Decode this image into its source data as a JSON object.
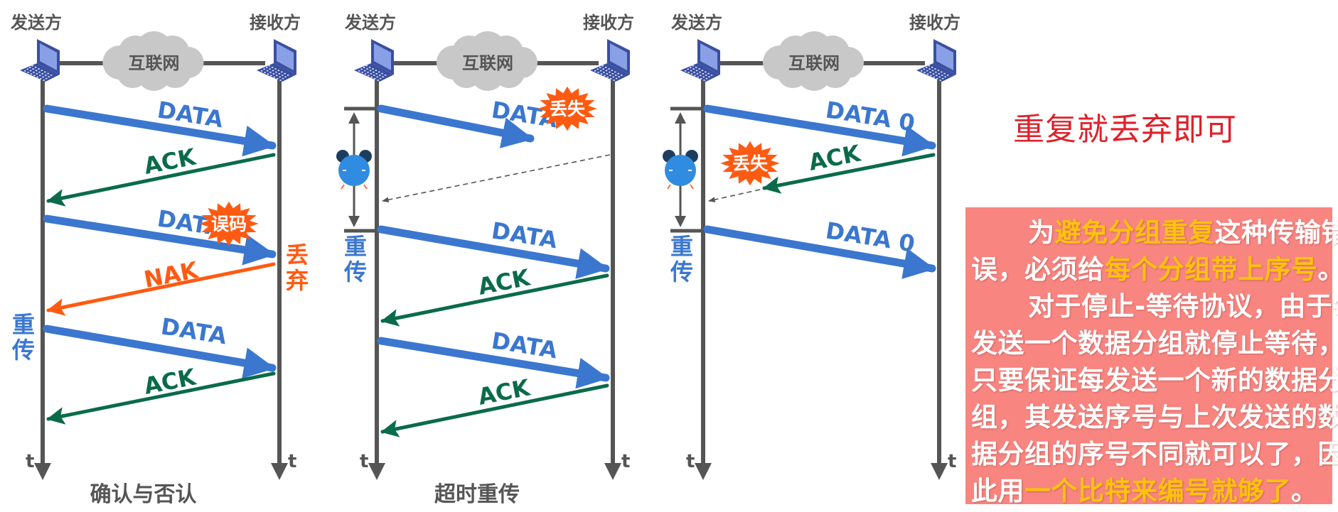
{
  "colors": {
    "data": "#3b77cf",
    "ack": "#0a6b4a",
    "nak": "#ff5a12",
    "timeline": "#555555",
    "burst": "#ff5a12",
    "resend": "#3b77cf",
    "discard": "#ff5a12",
    "cloud": "#c8c8c8",
    "title_red": "#e0202a",
    "note_bg": "#f98580",
    "note_highlight": "#ffc20e"
  },
  "diagrams": [
    {
      "id": "ack-nak",
      "sender_label": "发送方",
      "receiver_label": "接收方",
      "network_label": "互联网",
      "time_label": "t",
      "caption": "确认与否认",
      "resend_label": "重传",
      "discard_label": "丢弃",
      "messages": [
        {
          "type": "DATA",
          "label": "DATA",
          "direction": "to-receiver"
        },
        {
          "type": "ACK",
          "label": "ACK",
          "direction": "to-sender"
        },
        {
          "type": "DATA",
          "label": "DATA",
          "direction": "to-receiver",
          "burst": "误码"
        },
        {
          "type": "NAK",
          "label": "NAK",
          "direction": "to-sender"
        },
        {
          "type": "DATA",
          "label": "DATA",
          "direction": "to-receiver"
        },
        {
          "type": "ACK",
          "label": "ACK",
          "direction": "to-sender"
        }
      ]
    },
    {
      "id": "timeout",
      "sender_label": "发送方",
      "receiver_label": "接收方",
      "network_label": "互联网",
      "time_label": "t",
      "caption": "超时重传",
      "resend_label": "重传",
      "timer_icon": "alarm-clock-icon",
      "messages": [
        {
          "type": "DATA",
          "label": "DATA",
          "direction": "to-receiver",
          "burst": "丢失",
          "lost": true
        },
        {
          "type": "DASHED",
          "label": "",
          "direction": "to-sender"
        },
        {
          "type": "DATA",
          "label": "DATA",
          "direction": "to-receiver"
        },
        {
          "type": "ACK",
          "label": "ACK",
          "direction": "to-sender"
        },
        {
          "type": "DATA",
          "label": "DATA",
          "direction": "to-receiver"
        },
        {
          "type": "ACK",
          "label": "ACK",
          "direction": "to-sender"
        }
      ]
    },
    {
      "id": "duplicate",
      "sender_label": "发送方",
      "receiver_label": "接收方",
      "network_label": "互联网",
      "time_label": "t",
      "caption": "",
      "resend_label": "重传",
      "timer_icon": "alarm-clock-icon",
      "messages": [
        {
          "type": "DATA",
          "label": "DATA 0",
          "direction": "to-receiver"
        },
        {
          "type": "ACK",
          "label": "ACK",
          "direction": "to-sender",
          "burst": "丢失",
          "lost": true
        },
        {
          "type": "DATA",
          "label": "DATA 0",
          "direction": "to-receiver"
        }
      ]
    }
  ],
  "side_title": "重复就丢弃即可",
  "note": {
    "lines": [
      {
        "indent": true,
        "parts": [
          {
            "t": "为",
            "hl": false
          },
          {
            "t": "避免分组重复",
            "hl": true
          },
          {
            "t": "这种传输错",
            "hl": false
          }
        ]
      },
      {
        "indent": false,
        "parts": [
          {
            "t": "误，必须给",
            "hl": false
          },
          {
            "t": "每个分组带上序号",
            "hl": true
          },
          {
            "t": "。",
            "hl": false
          }
        ]
      },
      {
        "indent": true,
        "parts": [
          {
            "t": "对于停止-等待协议，由于每",
            "hl": false
          }
        ]
      },
      {
        "indent": false,
        "parts": [
          {
            "t": "发送一个数据分组就停止等待，",
            "hl": false
          }
        ]
      },
      {
        "indent": false,
        "parts": [
          {
            "t": "只要保证每发送一个新的数据分",
            "hl": false
          }
        ]
      },
      {
        "indent": false,
        "parts": [
          {
            "t": "组，其发送序号与上次发送的数",
            "hl": false
          }
        ]
      },
      {
        "indent": false,
        "parts": [
          {
            "t": "据分组的序号不同就可以了，因",
            "hl": false
          }
        ]
      },
      {
        "indent": false,
        "parts": [
          {
            "t": "此用",
            "hl": false
          },
          {
            "t": "一个比特来编号就够了",
            "hl": true
          },
          {
            "t": "。",
            "hl": false
          }
        ]
      }
    ]
  }
}
